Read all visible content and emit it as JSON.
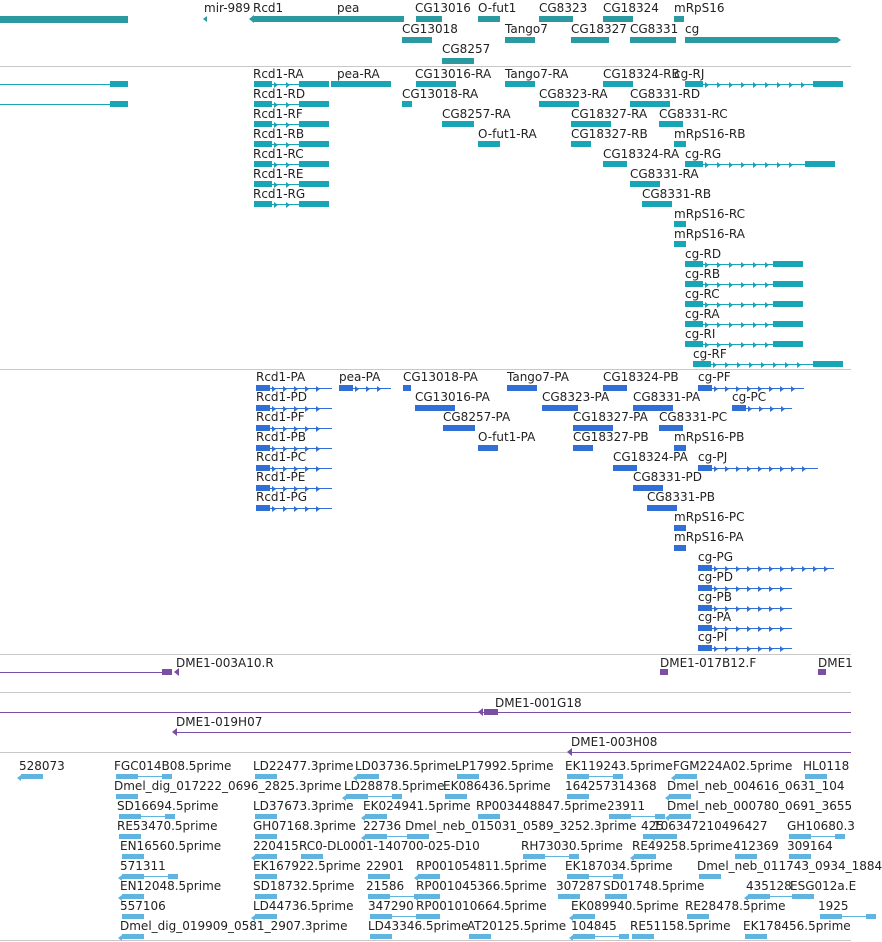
{
  "colors": {
    "genes": "#2a9aa0",
    "mrna": "#18a5b5",
    "cds": "#2f6fd6",
    "clones": "#7a4fa3",
    "ests": "#5fb4e0",
    "separator": "#c8c8c8"
  },
  "tracks": {
    "genes": {
      "labels": [
        "mir-989",
        "Rcd1",
        "pea",
        "CG13016",
        "O-fut1",
        "CG8323",
        "CG18324",
        "mRpS16",
        "CG13018",
        "Tango7",
        "CG18327",
        "CG8331",
        "cg",
        "CG8257"
      ]
    },
    "mrna": {
      "labels": [
        "Rcd1-RA",
        "pea-RA",
        "CG13016-RA",
        "Tango7-RA",
        "CG18324-RB",
        "cg-RJ",
        "Rcd1-RD",
        "CG13018-RA",
        "CG8323-RA",
        "CG8331-RD",
        "Rcd1-RF",
        "CG8257-RA",
        "CG18327-RA",
        "CG8331-RC",
        "Rcd1-RB",
        "O-fut1-RA",
        "CG18327-RB",
        "mRpS16-RB",
        "Rcd1-RC",
        "CG18324-RA",
        "cg-RG",
        "Rcd1-RE",
        "CG8331-RA",
        "Rcd1-RG",
        "CG8331-RB",
        "mRpS16-RC",
        "mRpS16-RA",
        "cg-RD",
        "cg-RB",
        "cg-RC",
        "cg-RA",
        "cg-RI",
        "cg-RF"
      ]
    },
    "cds": {
      "labels": [
        "Rcd1-PA",
        "pea-PA",
        "CG13018-PA",
        "Tango7-PA",
        "CG18324-PB",
        "cg-PF",
        "Rcd1-PD",
        "CG13016-PA",
        "CG8323-PA",
        "CG8331-PA",
        "cg-PC",
        "Rcd1-PF",
        "CG8257-PA",
        "CG18327-PA",
        "CG8331-PC",
        "Rcd1-PB",
        "O-fut1-PA",
        "CG18327-PB",
        "mRpS16-PB",
        "Rcd1-PC",
        "CG18324-PA",
        "cg-PJ",
        "Rcd1-PE",
        "CG8331-PD",
        "Rcd1-PG",
        "CG8331-PB",
        "mRpS16-PC",
        "mRpS16-PA",
        "cg-PG",
        "cg-PD",
        "cg-PB",
        "cg-PA",
        "cg-PI"
      ]
    },
    "clones1": {
      "labels": [
        "DME1-003A10.R",
        "DME1-017B12.F",
        "DME1"
      ]
    },
    "clones2": {
      "labels": [
        "DME1-001G18",
        "DME1-019H07",
        "DME1-003H08"
      ]
    },
    "ests": {
      "labels": [
        "528073",
        "FGC014B08.5prime",
        "LD22477.3prime",
        "LD03736.5prime",
        "LP17992.5prime",
        "EK119243.5prime",
        "FGM224A02.5prime",
        "HL0118",
        "Dmel_dig_017222_0696_2825.3prime",
        "LD28878.5prime",
        "EK086436.5prime",
        "164257314368",
        "Dmel_neb_004616_0631_104",
        "SD16694.5prime",
        "LD37673.3prime",
        "EK024941.5prime",
        "RP003448847.5prime",
        "23911",
        "Dmel_neb_000780_0691_3655",
        "RE53470.5prime",
        "GH07168.3prime",
        "22736",
        "Dmel_neb_015031_0589_3252.3prime",
        "425",
        "106347210496427",
        "GH10680.3",
        "EN16560.5prime",
        "220415",
        "RC0-DL0001-140700-025-D10",
        "RH73030.5prime",
        "RE49258.5prime",
        "412369",
        "309164",
        "571311",
        "EK167922.5prime",
        "22901",
        "RP001054811.5prime",
        "EK187034.5prime",
        "Dmel_neb_011743_0934_1884",
        "EN12048.5prime",
        "SD18732.5prime",
        "21586",
        "RP001045366.5prime",
        "307287",
        "SD01748.5prime",
        "435128",
        "ESG012a.E",
        "557106",
        "LD44736.5prime",
        "347290",
        "RP001010664.5prime",
        "EK089940.5prime",
        "RE28478.5prime",
        "1925",
        "Dmel_dig_019909_0581_2907.3prime",
        "LD43346.5prime",
        "AT20125.5prime",
        "104845",
        "RE51158.5prime",
        "EK178456.5prime"
      ]
    }
  }
}
